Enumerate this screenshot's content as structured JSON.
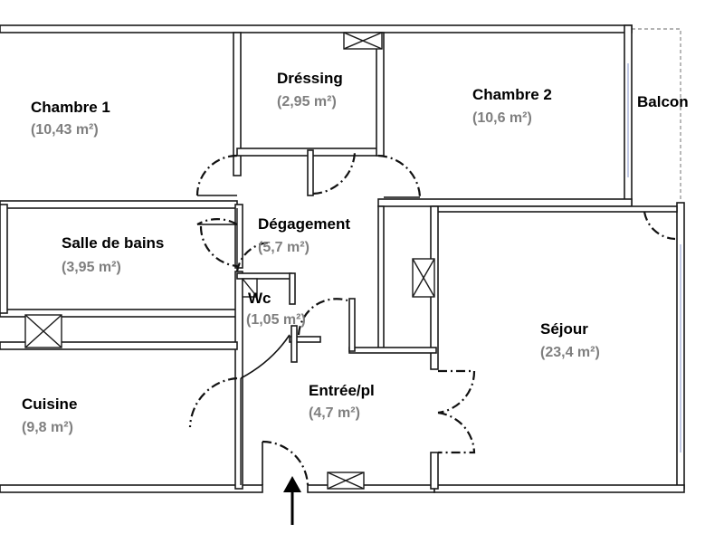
{
  "rooms": [
    {
      "id": "chambre1",
      "name": "Chambre 1",
      "area": "(10,43 m²)"
    },
    {
      "id": "dressing",
      "name": "Dréssing",
      "area": "(2,95 m²)"
    },
    {
      "id": "chambre2",
      "name": "Chambre 2",
      "area": "(10,6 m²)"
    },
    {
      "id": "balcon",
      "name": "Balcon",
      "area": ""
    },
    {
      "id": "sdb",
      "name": "Salle de bains",
      "area": "(3,95 m²)"
    },
    {
      "id": "degagement",
      "name": "Dégagement",
      "area": "(5,7 m²)"
    },
    {
      "id": "wc",
      "name": "Wc",
      "area": "(1,05 m²)"
    },
    {
      "id": "sejour",
      "name": "Séjour",
      "area": "(23,4 m²)"
    },
    {
      "id": "cuisine",
      "name": "Cuisine",
      "area": "(9,8 m²)"
    },
    {
      "id": "entree",
      "name": "Entrée/pl",
      "area": "(4,7 m²)"
    }
  ]
}
